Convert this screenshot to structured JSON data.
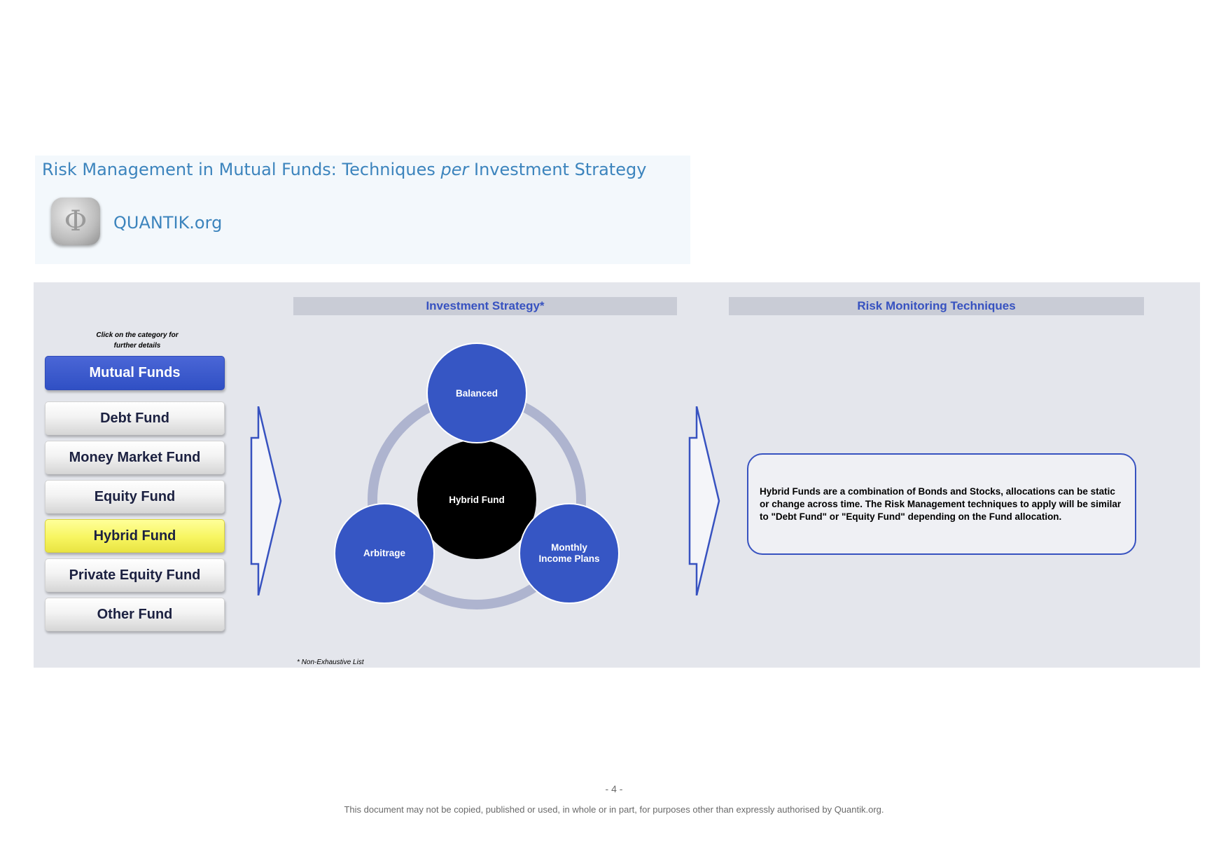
{
  "header": {
    "title_before": "Risk Management in Mutual Funds: Techniques ",
    "title_emphasis": "per",
    "title_after": " Investment Strategy",
    "brand": "QUANTIK.org",
    "logo_symbol": "Φ"
  },
  "sidebar": {
    "hint": "Click on the category for further details",
    "primary_label": "Mutual Funds",
    "items": [
      {
        "label": "Debt Fund",
        "active": false
      },
      {
        "label": "Money Market Fund",
        "active": false
      },
      {
        "label": "Equity Fund",
        "active": false
      },
      {
        "label": "Hybrid Fund",
        "active": true
      },
      {
        "label": "Private Equity Fund",
        "active": false
      },
      {
        "label": "Other Fund",
        "active": false
      }
    ]
  },
  "strategy": {
    "header": "Investment Strategy*",
    "center": "Hybrid Fund",
    "nodes": {
      "top": "Balanced",
      "left": "Arbitrage",
      "right_line1": "Monthly",
      "right_line2": "Income Plans"
    },
    "footnote": "* Non-Exhaustive List"
  },
  "risk": {
    "header": "Risk Monitoring Techniques",
    "description": "Hybrid Funds are a combination of Bonds and Stocks, allocations can be static or change across time. The Risk Management techniques to apply will be similar to \"Debt Fund\" or \"Equity Fund\" depending on the Fund allocation."
  },
  "footer": {
    "page_number": "- 4 -",
    "disclaimer": "This document may not be copied, published or used, in whole or in part, for purposes other than expressly authorised by Quantik.org."
  },
  "colors": {
    "accent_blue": "#3752c0",
    "title_blue": "#3c84bd",
    "active_yellow": "#f7f560",
    "panel_grey": "#e4e6ec"
  }
}
